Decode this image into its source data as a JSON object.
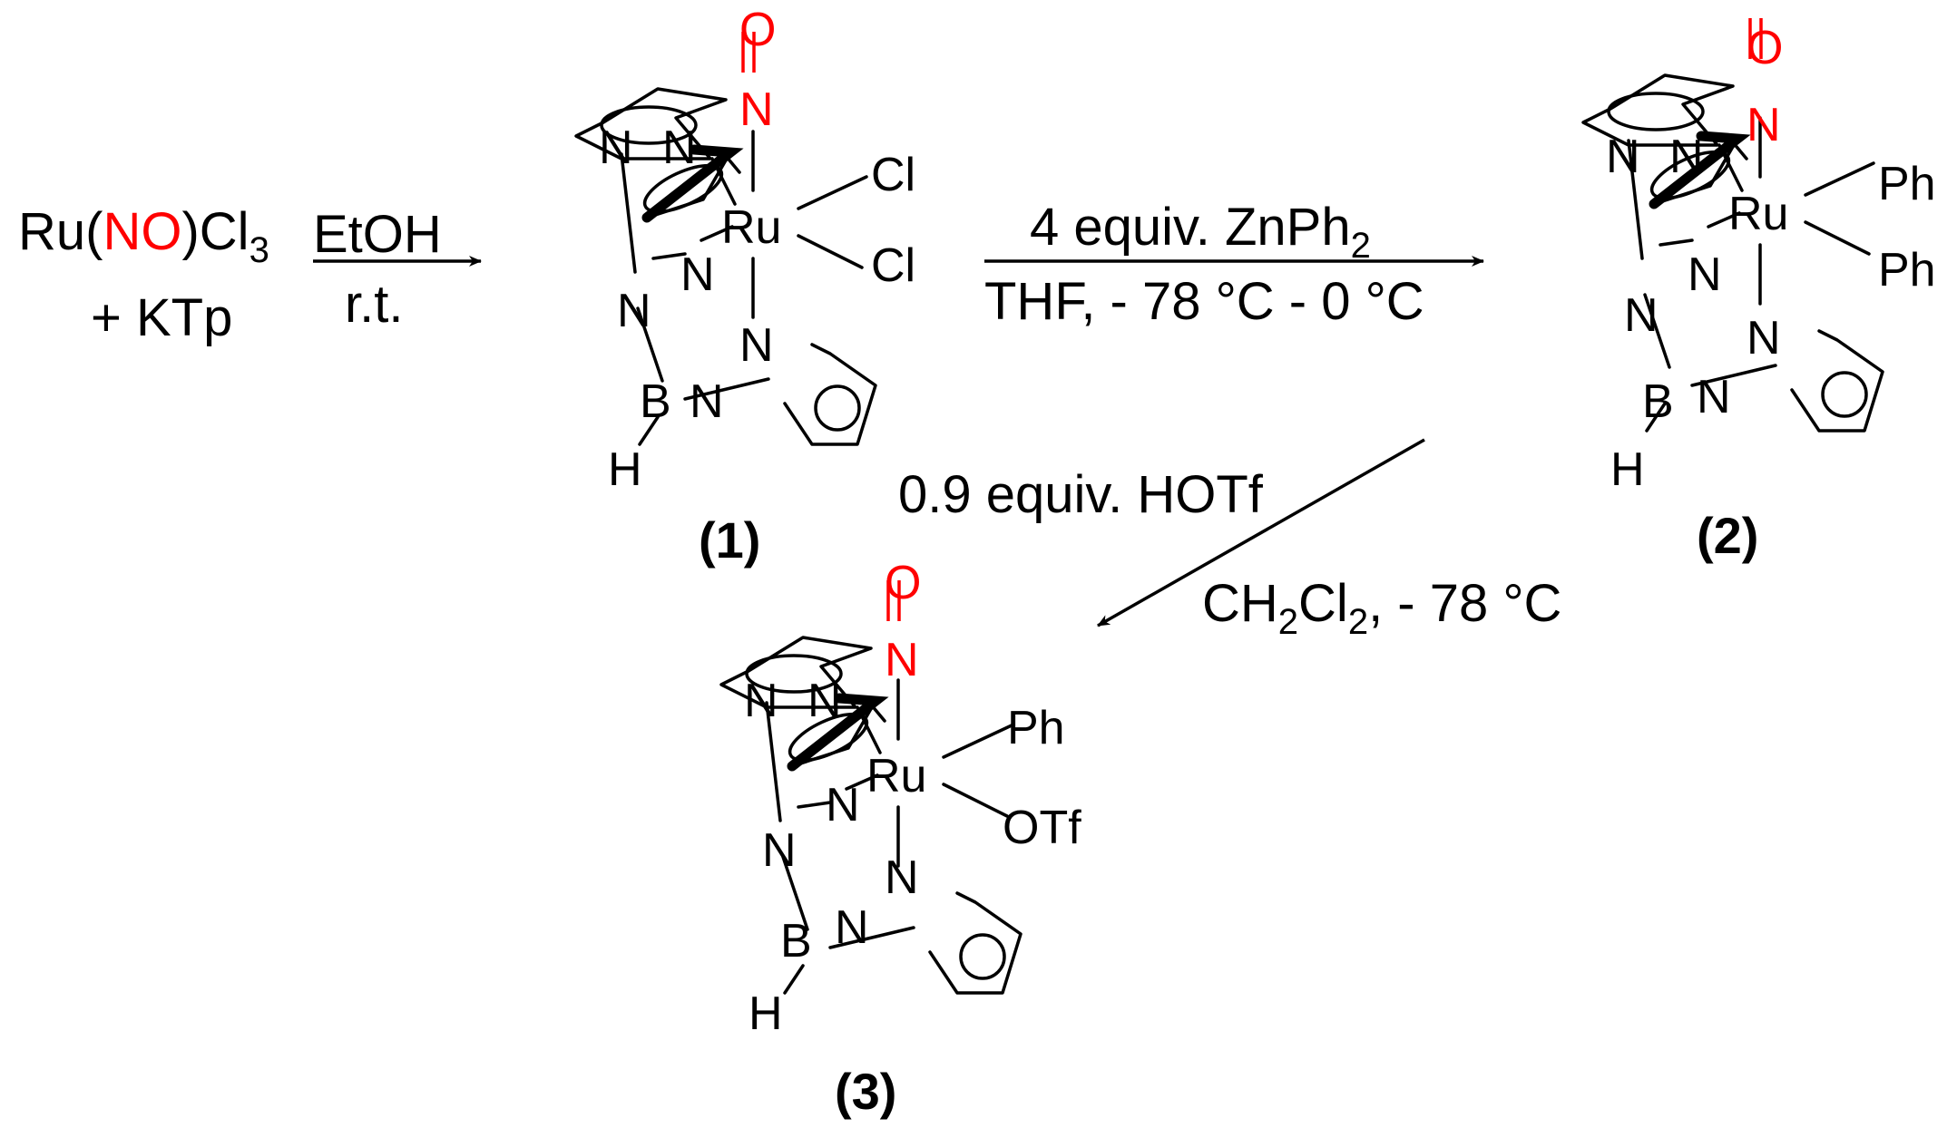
{
  "reactants": {
    "ru_prefix": "Ru(",
    "no_group": "NO",
    "cl3_prefix": ")Cl",
    "sub3": "3",
    "ktp": "+ KTp"
  },
  "step1": {
    "above": "EtOH",
    "below": "r.t."
  },
  "step2": {
    "above_main": "4 equiv. ZnPh",
    "above_sub": "2",
    "below": "THF, - 78 °C - 0 °C"
  },
  "step3": {
    "above": "0.9 equiv. HOTf",
    "below_ch": "CH",
    "below_sub1": "2",
    "below_cl": "Cl",
    "below_sub2": "2",
    "below_rest": ", - 78 °C"
  },
  "atoms": {
    "ru": "Ru",
    "n": "N",
    "o": "O",
    "b": "B",
    "h": "H"
  },
  "compound1": {
    "label": "(1)",
    "ligand_top": "Cl",
    "ligand_bottom": "Cl"
  },
  "compound2": {
    "label": "(2)",
    "ligand_top": "Ph",
    "ligand_bottom": "Ph"
  },
  "compound3": {
    "label": "(3)",
    "ligand_top": "Ph",
    "ligand_bottom": "OTf"
  },
  "colors": {
    "nitrosyl": "#ff0000",
    "ink": "#000000"
  }
}
